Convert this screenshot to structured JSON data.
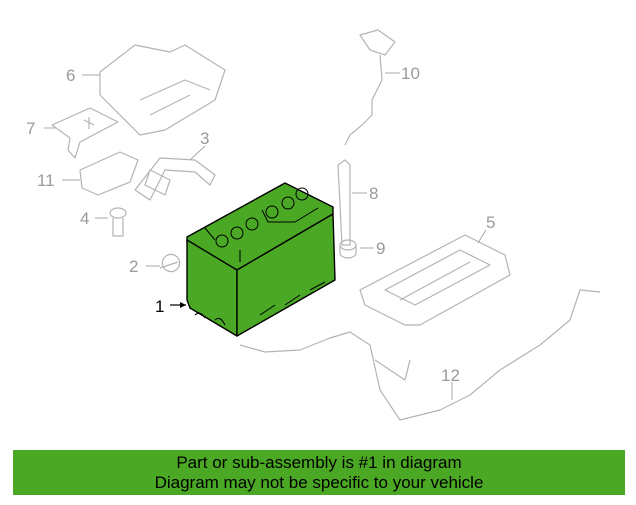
{
  "diagram": {
    "callouts": [
      "1",
      "2",
      "3",
      "4",
      "5",
      "6",
      "7",
      "8",
      "9",
      "10",
      "11",
      "12"
    ],
    "highlighted_part": "1",
    "highlight_color": "#4aa824"
  },
  "banner": {
    "line1": "Part or sub-assembly is #1 in diagram",
    "line2": "Diagram may not be specific to your vehicle",
    "color": "#4aa824"
  }
}
